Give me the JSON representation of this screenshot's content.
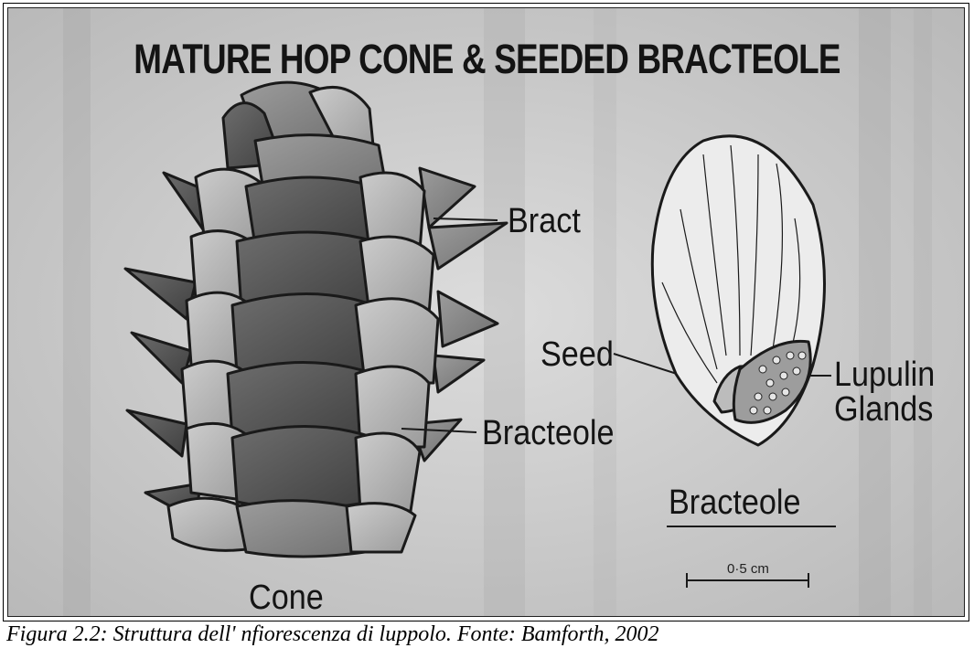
{
  "figure": {
    "title": "MATURE HOP CONE & SEEDED BRACTEOLE",
    "labels": {
      "bract": "Bract",
      "bracteole_cone": "Bracteole",
      "seed": "Seed",
      "lupulin_line1": "Lupulin",
      "lupulin_line2": "Glands",
      "bracteole_heading": "Bracteole",
      "cone": "Cone"
    },
    "scale_bar": "0·5 cm",
    "colors": {
      "background": "#cfcfcf",
      "ink": "#141414"
    }
  },
  "caption": "Figura 2.2: Struttura dell' nfiorescenza di luppolo. Fonte: Bamforth, 2002"
}
